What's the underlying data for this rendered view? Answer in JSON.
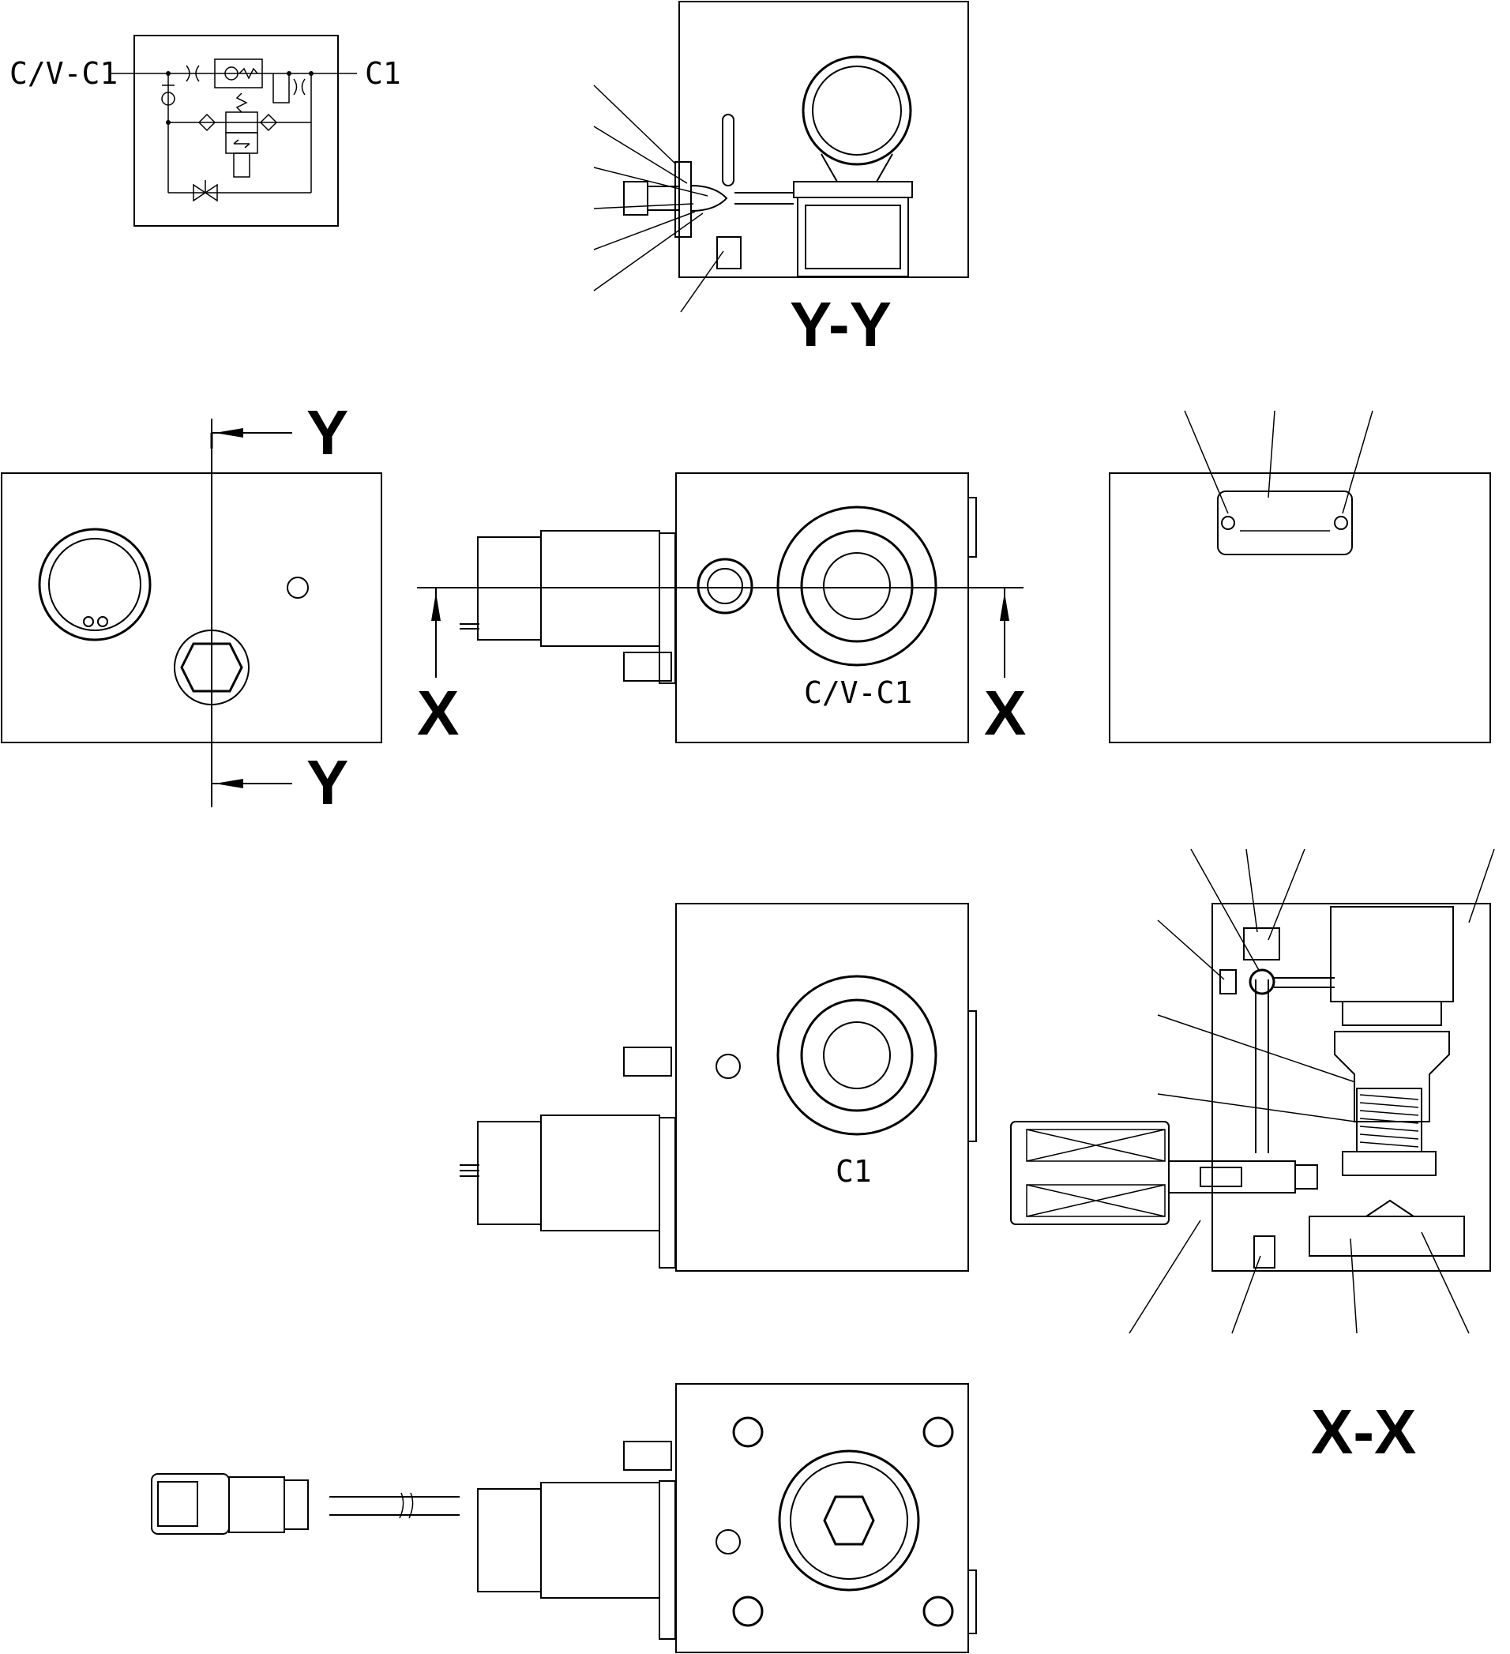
{
  "schematic": {
    "port_left": "C/V-C1",
    "port_right": "C1"
  },
  "section_titles": {
    "y_y": "Y-Y",
    "x_x": "X-X"
  },
  "section_markers": {
    "y": "Y",
    "x": "X"
  },
  "port_labels": {
    "front_port": "C/V-C1",
    "rear_port": "C1"
  }
}
